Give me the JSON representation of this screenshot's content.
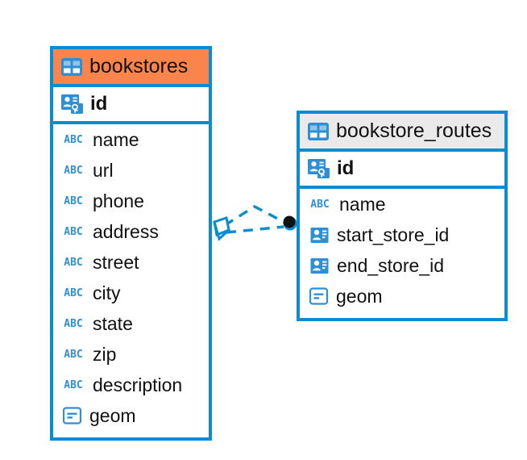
{
  "diagram": {
    "type": "er-diagram",
    "background": "#ffffff",
    "accent_blue": "#0b8cd0",
    "header_orange": "#f9854c",
    "header_gray": "#eaeaea",
    "icon_blue": "#2f8fd4"
  },
  "entities": [
    {
      "name": "bookstores",
      "header_style": "accent-orange",
      "table_icon": "table-icon",
      "primary_key": {
        "label": "id",
        "icon": "primary-key-icon"
      },
      "fields": [
        {
          "label": "name",
          "icon": "abc-text-icon"
        },
        {
          "label": "url",
          "icon": "abc-text-icon"
        },
        {
          "label": "phone",
          "icon": "abc-text-icon"
        },
        {
          "label": "address",
          "icon": "abc-text-icon"
        },
        {
          "label": "street",
          "icon": "abc-text-icon"
        },
        {
          "label": "city",
          "icon": "abc-text-icon"
        },
        {
          "label": "state",
          "icon": "abc-text-icon"
        },
        {
          "label": "zip",
          "icon": "abc-text-icon"
        },
        {
          "label": "description",
          "icon": "abc-text-icon"
        },
        {
          "label": "geom",
          "icon": "geometry-icon"
        }
      ]
    },
    {
      "name": "bookstore_routes",
      "header_style": "accent-gray",
      "table_icon": "table-icon",
      "primary_key": {
        "label": "id",
        "icon": "primary-key-icon"
      },
      "fields": [
        {
          "label": "name",
          "icon": "abc-text-icon"
        },
        {
          "label": "start_store_id",
          "icon": "foreign-key-icon"
        },
        {
          "label": "end_store_id",
          "icon": "foreign-key-icon"
        },
        {
          "label": "geom",
          "icon": "geometry-icon"
        }
      ]
    }
  ],
  "relationships": [
    {
      "from": "bookstores",
      "to": "bookstore_routes",
      "from_marker": "crows-foot-diamond",
      "to_marker": "filled-circle",
      "line_style": "dashed",
      "color": "#0b8cd0",
      "branches": 2
    }
  ],
  "icon_glyphs": {
    "abc-text-icon": "ABC"
  }
}
